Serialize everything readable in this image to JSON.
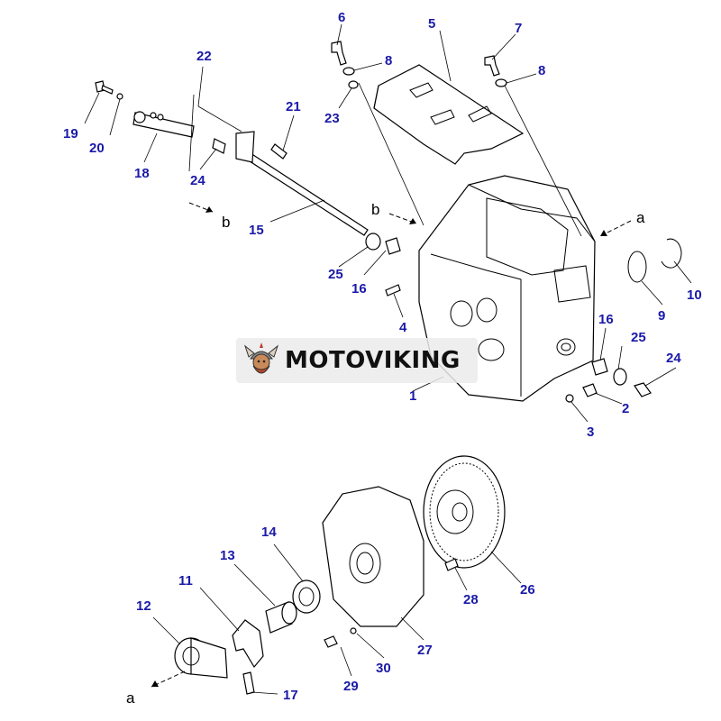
{
  "callouts": [
    "1",
    "2",
    "3",
    "4",
    "5",
    "6",
    "7",
    "8",
    "8",
    "9",
    "10",
    "11",
    "12",
    "13",
    "14",
    "15",
    "16",
    "16",
    "17",
    "18",
    "19",
    "20",
    "21",
    "22",
    "23",
    "24",
    "24",
    "25",
    "25",
    "26",
    "27",
    "28",
    "29",
    "30"
  ],
  "view_markers": [
    "a",
    "a",
    "b",
    "b"
  ],
  "watermark": {
    "text": "MOTOVIKING",
    "logo": "viking-head-logo"
  },
  "colors": {
    "callout": "#1a1aa8",
    "line": "#000000"
  }
}
